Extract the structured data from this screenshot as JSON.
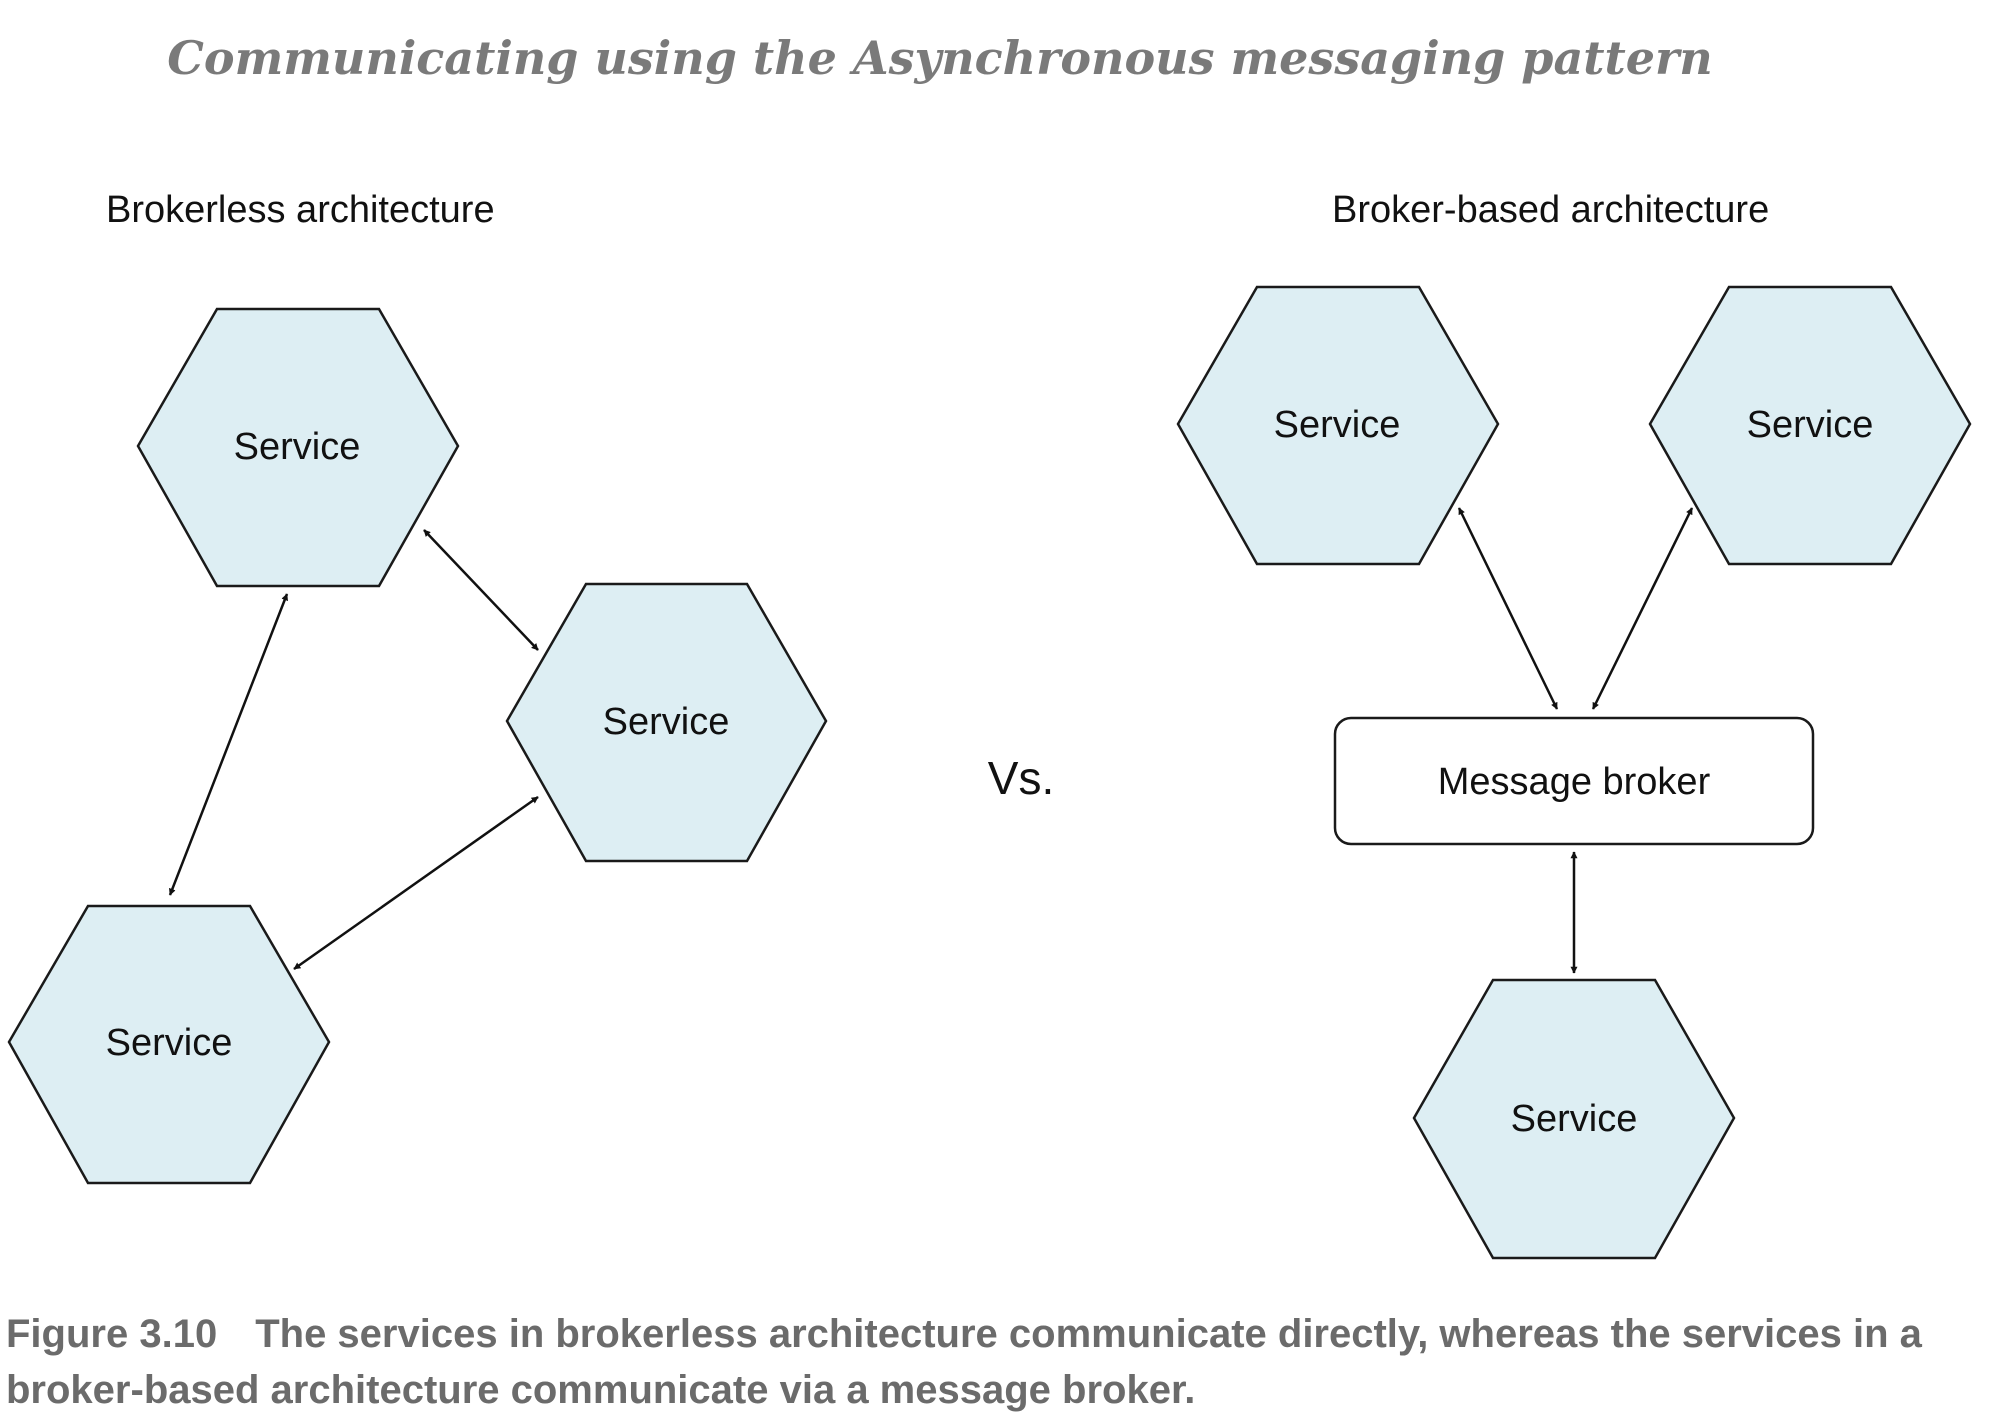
{
  "header": {
    "title": "Communicating using the Asynchronous messaging pattern"
  },
  "brokerless": {
    "title": "Brokerless architecture",
    "services": [
      {
        "label": "Service"
      },
      {
        "label": "Service"
      },
      {
        "label": "Service"
      }
    ]
  },
  "versus": {
    "label": "Vs."
  },
  "broker_based": {
    "title": "Broker-based architecture",
    "services": [
      {
        "label": "Service"
      },
      {
        "label": "Service"
      },
      {
        "label": "Service"
      }
    ],
    "broker": {
      "label": "Message broker"
    }
  },
  "caption": {
    "figure_number": "Figure 3.10",
    "text": "The services in brokerless architecture communicate directly, whereas the services in a broker-based architecture communicate via a message broker."
  },
  "colors": {
    "service_fill": "#ddeef3",
    "outline": "#1a1a1a",
    "header_text": "#7a7a7a",
    "caption_text": "#6b6b6b"
  }
}
